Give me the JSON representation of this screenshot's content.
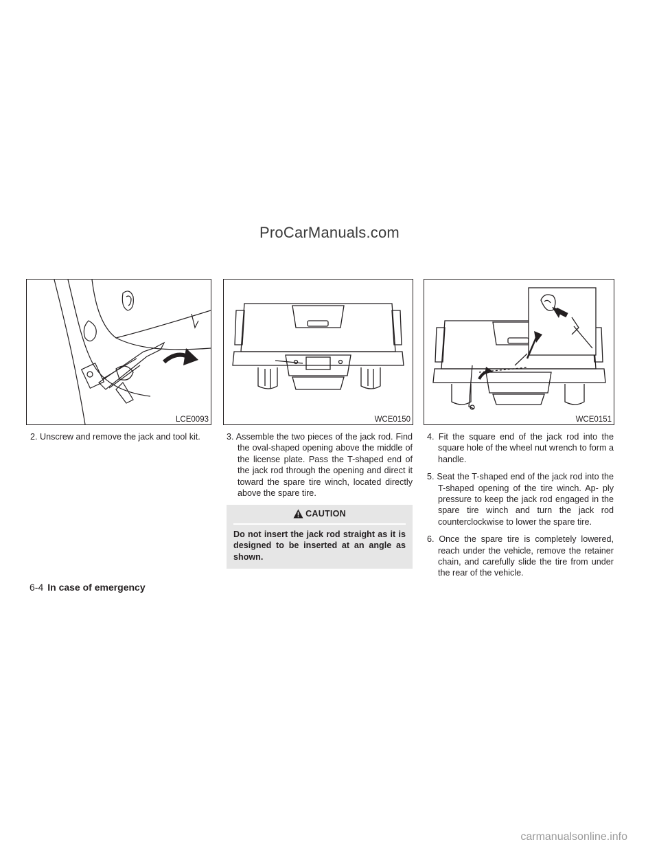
{
  "watermark_top": "ProCarManuals.com",
  "figures": [
    {
      "code": "LCE0093",
      "icon": "jack-and-tool-kit-illustration"
    },
    {
      "code": "WCE0150",
      "icon": "rear-tailgate-illustration"
    },
    {
      "code": "WCE0151",
      "icon": "jack-rod-insertion-illustration"
    }
  ],
  "steps": {
    "step2": "2. Unscrew and remove the jack and tool kit.",
    "step3": "3. Assemble the two pieces of the jack rod. Find the oval-shaped opening above the middle of the license plate. Pass the T-shaped end of the jack rod through the opening and direct it toward the spare tire winch, located directly above the spare tire.",
    "step4": "4. Fit the square end of the jack rod into the square hole of the wheel nut wrench to form a handle.",
    "step5": "5. Seat the T-shaped end of the jack rod into the T-shaped opening of the tire winch. Ap- ply pressure to keep the jack rod engaged in the spare tire winch and turn the jack rod counterclockwise to lower the spare tire.",
    "step6": "6. Once the spare tire is completely lowered, reach under the vehicle, remove the retainer chain, and carefully slide the tire from under the rear of the vehicle."
  },
  "caution": {
    "heading": "CAUTION",
    "icon": "warning-triangle-icon",
    "text": "Do not insert the jack rod straight as it is designed to be inserted at an angle as shown."
  },
  "footer": {
    "page_number": "6-4",
    "section_title": "In case of emergency"
  },
  "watermark_bottom": "carmanualsonline.info"
}
